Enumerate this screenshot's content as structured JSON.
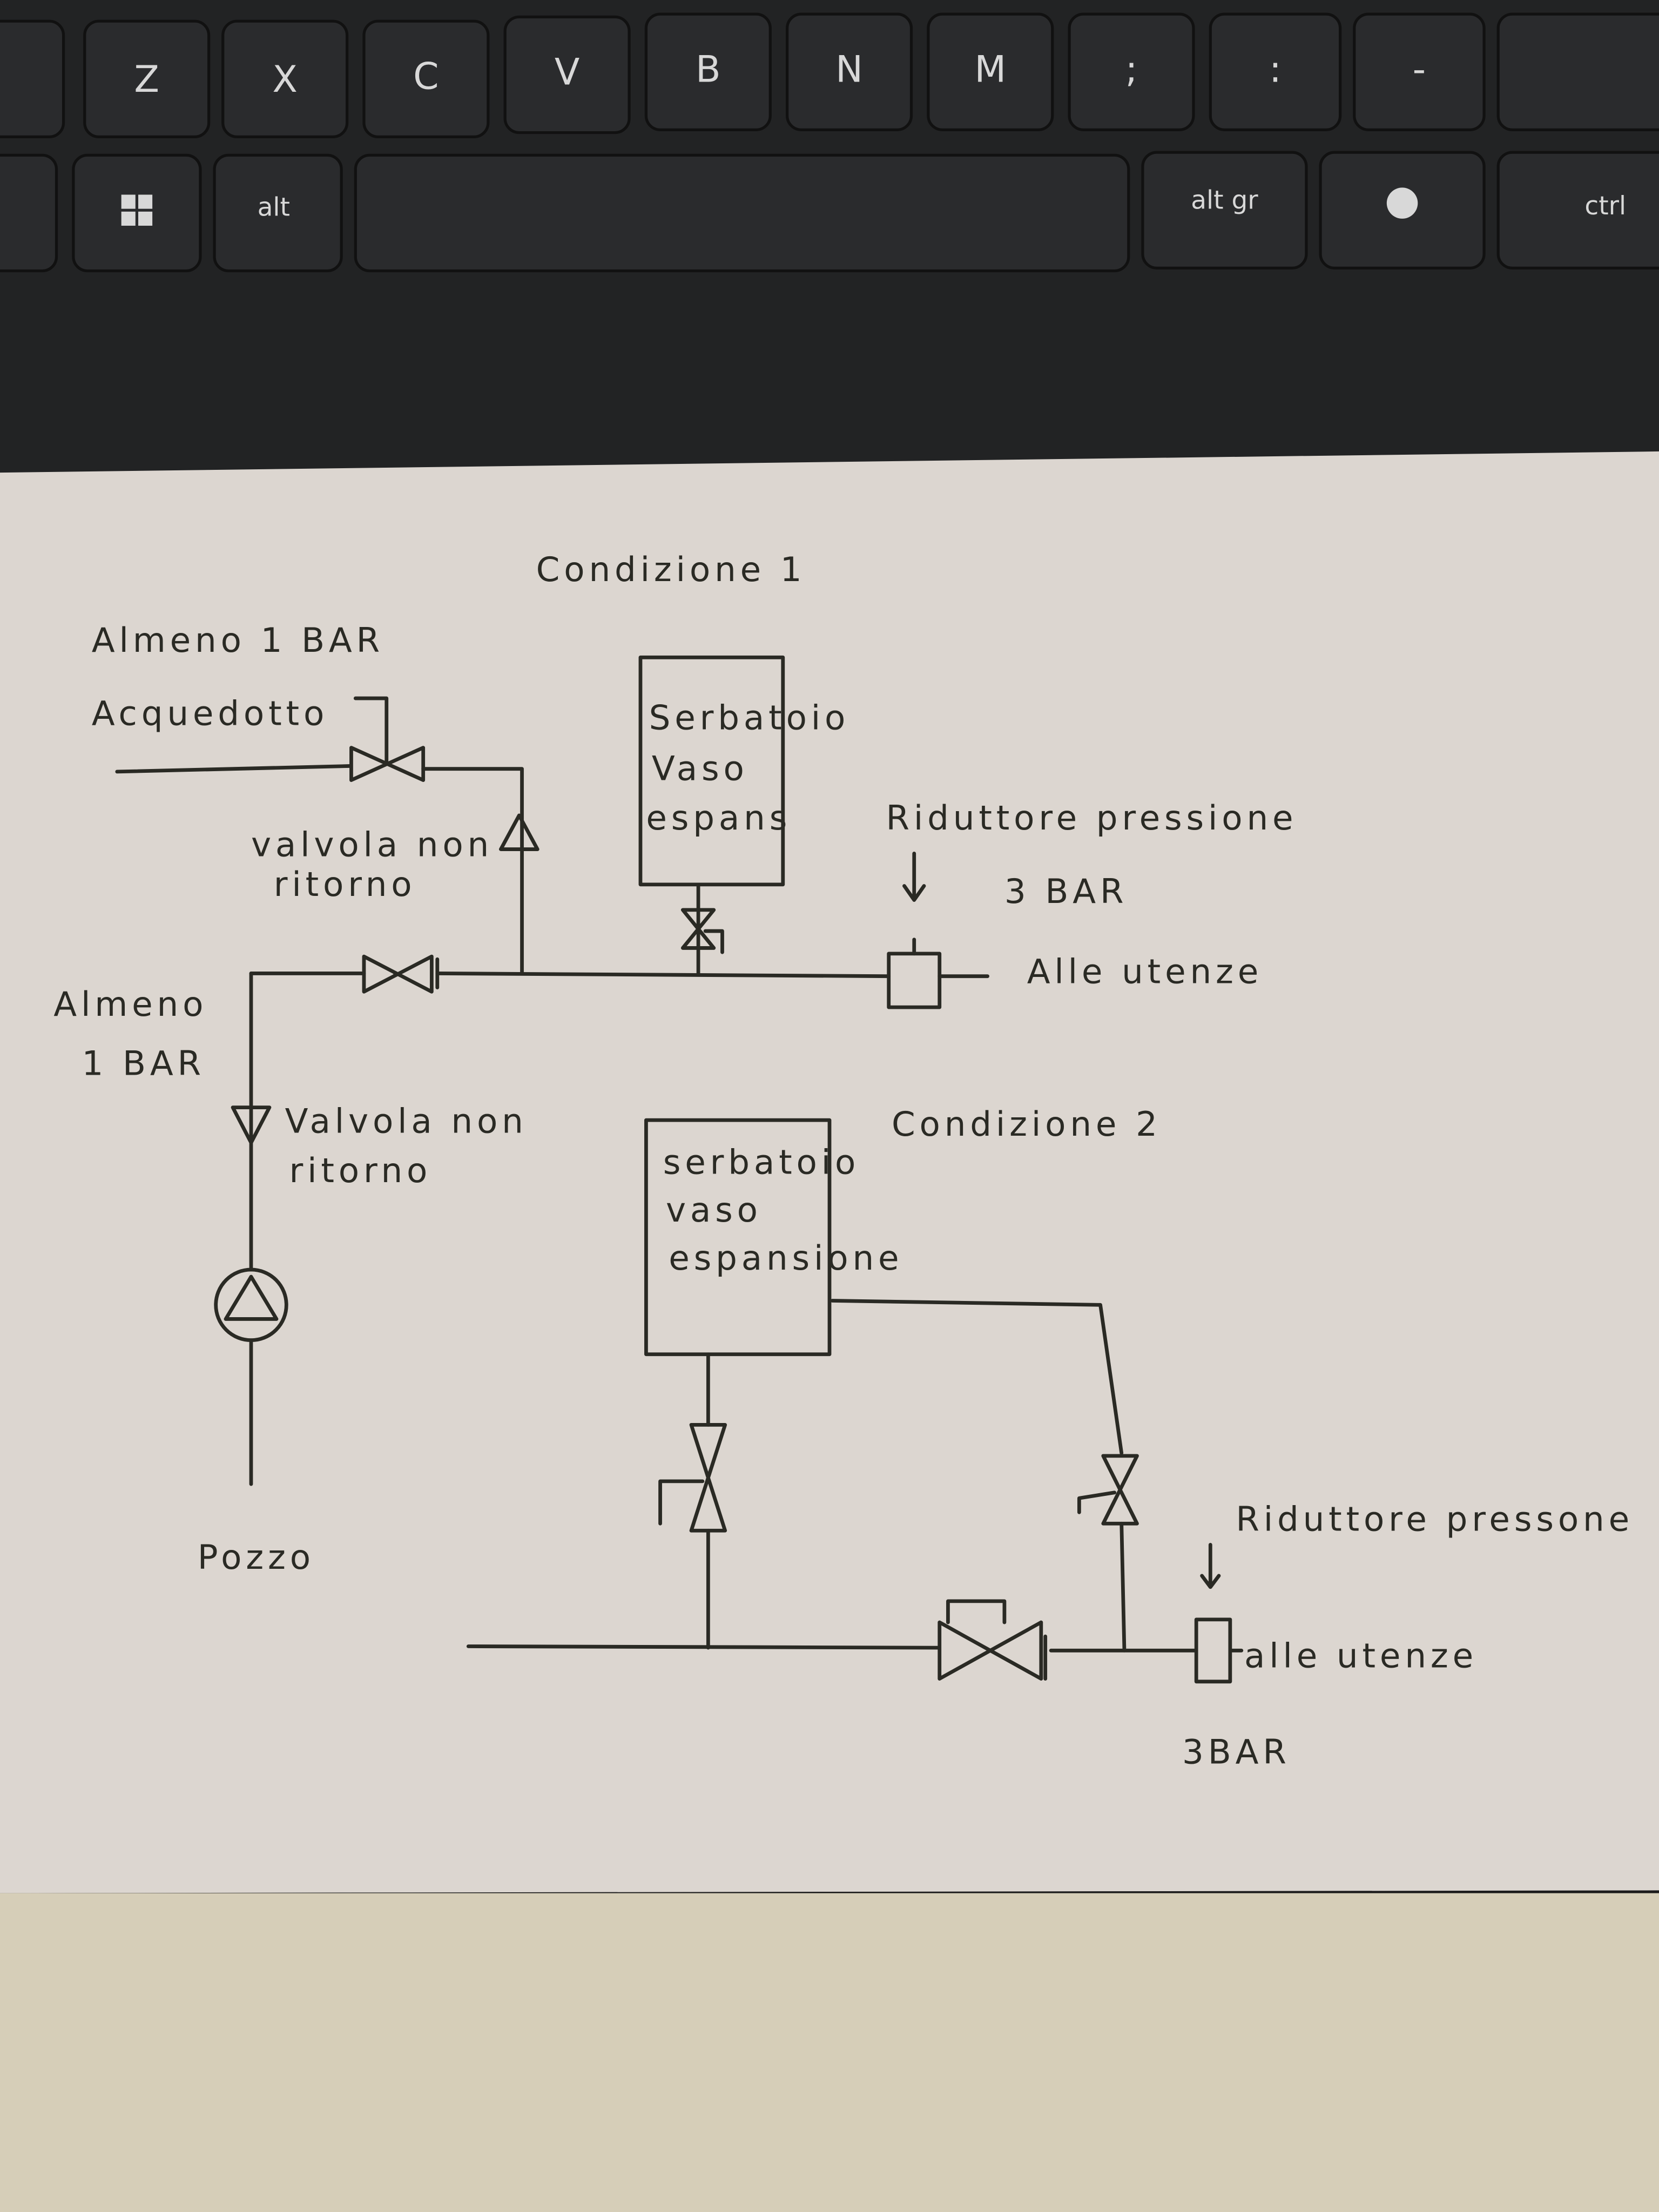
{
  "keyboard": {
    "row1": [
      "Z",
      "X",
      "C",
      "V",
      "B",
      "N",
      "M",
      ";",
      ":",
      "-"
    ],
    "row2": {
      "alt": "alt",
      "altgr": "alt gr",
      "ctrl": "ctrl"
    }
  },
  "condition1": {
    "title": "Condizione 1",
    "aqueduct_pressure": "Almeno 1 BAR",
    "aqueduct": "Acquedotto",
    "check_valve_line1": "valvola non",
    "check_valve_line2": "ritorno",
    "tank_line1": "Serbatoio",
    "tank_line2": "Vaso",
    "tank_line3": "espans",
    "reducer": "Riduttore pressione",
    "reducer_pressure": "3 BAR",
    "outlet": "Alle utenze",
    "well_pressure_line1": "Almeno",
    "well_pressure_line2": "1 BAR",
    "well_check_valve_line1": "Valvola non",
    "well_check_valve_line2": "ritorno",
    "well": "Pozzo"
  },
  "condition2": {
    "title": "Condizione 2",
    "tank_line1": "serbatoio",
    "tank_line2": "vaso",
    "tank_line3": "espansione",
    "reducer": "Riduttore pressone",
    "outlet": "alle utenze",
    "reducer_pressure": "3BAR"
  }
}
